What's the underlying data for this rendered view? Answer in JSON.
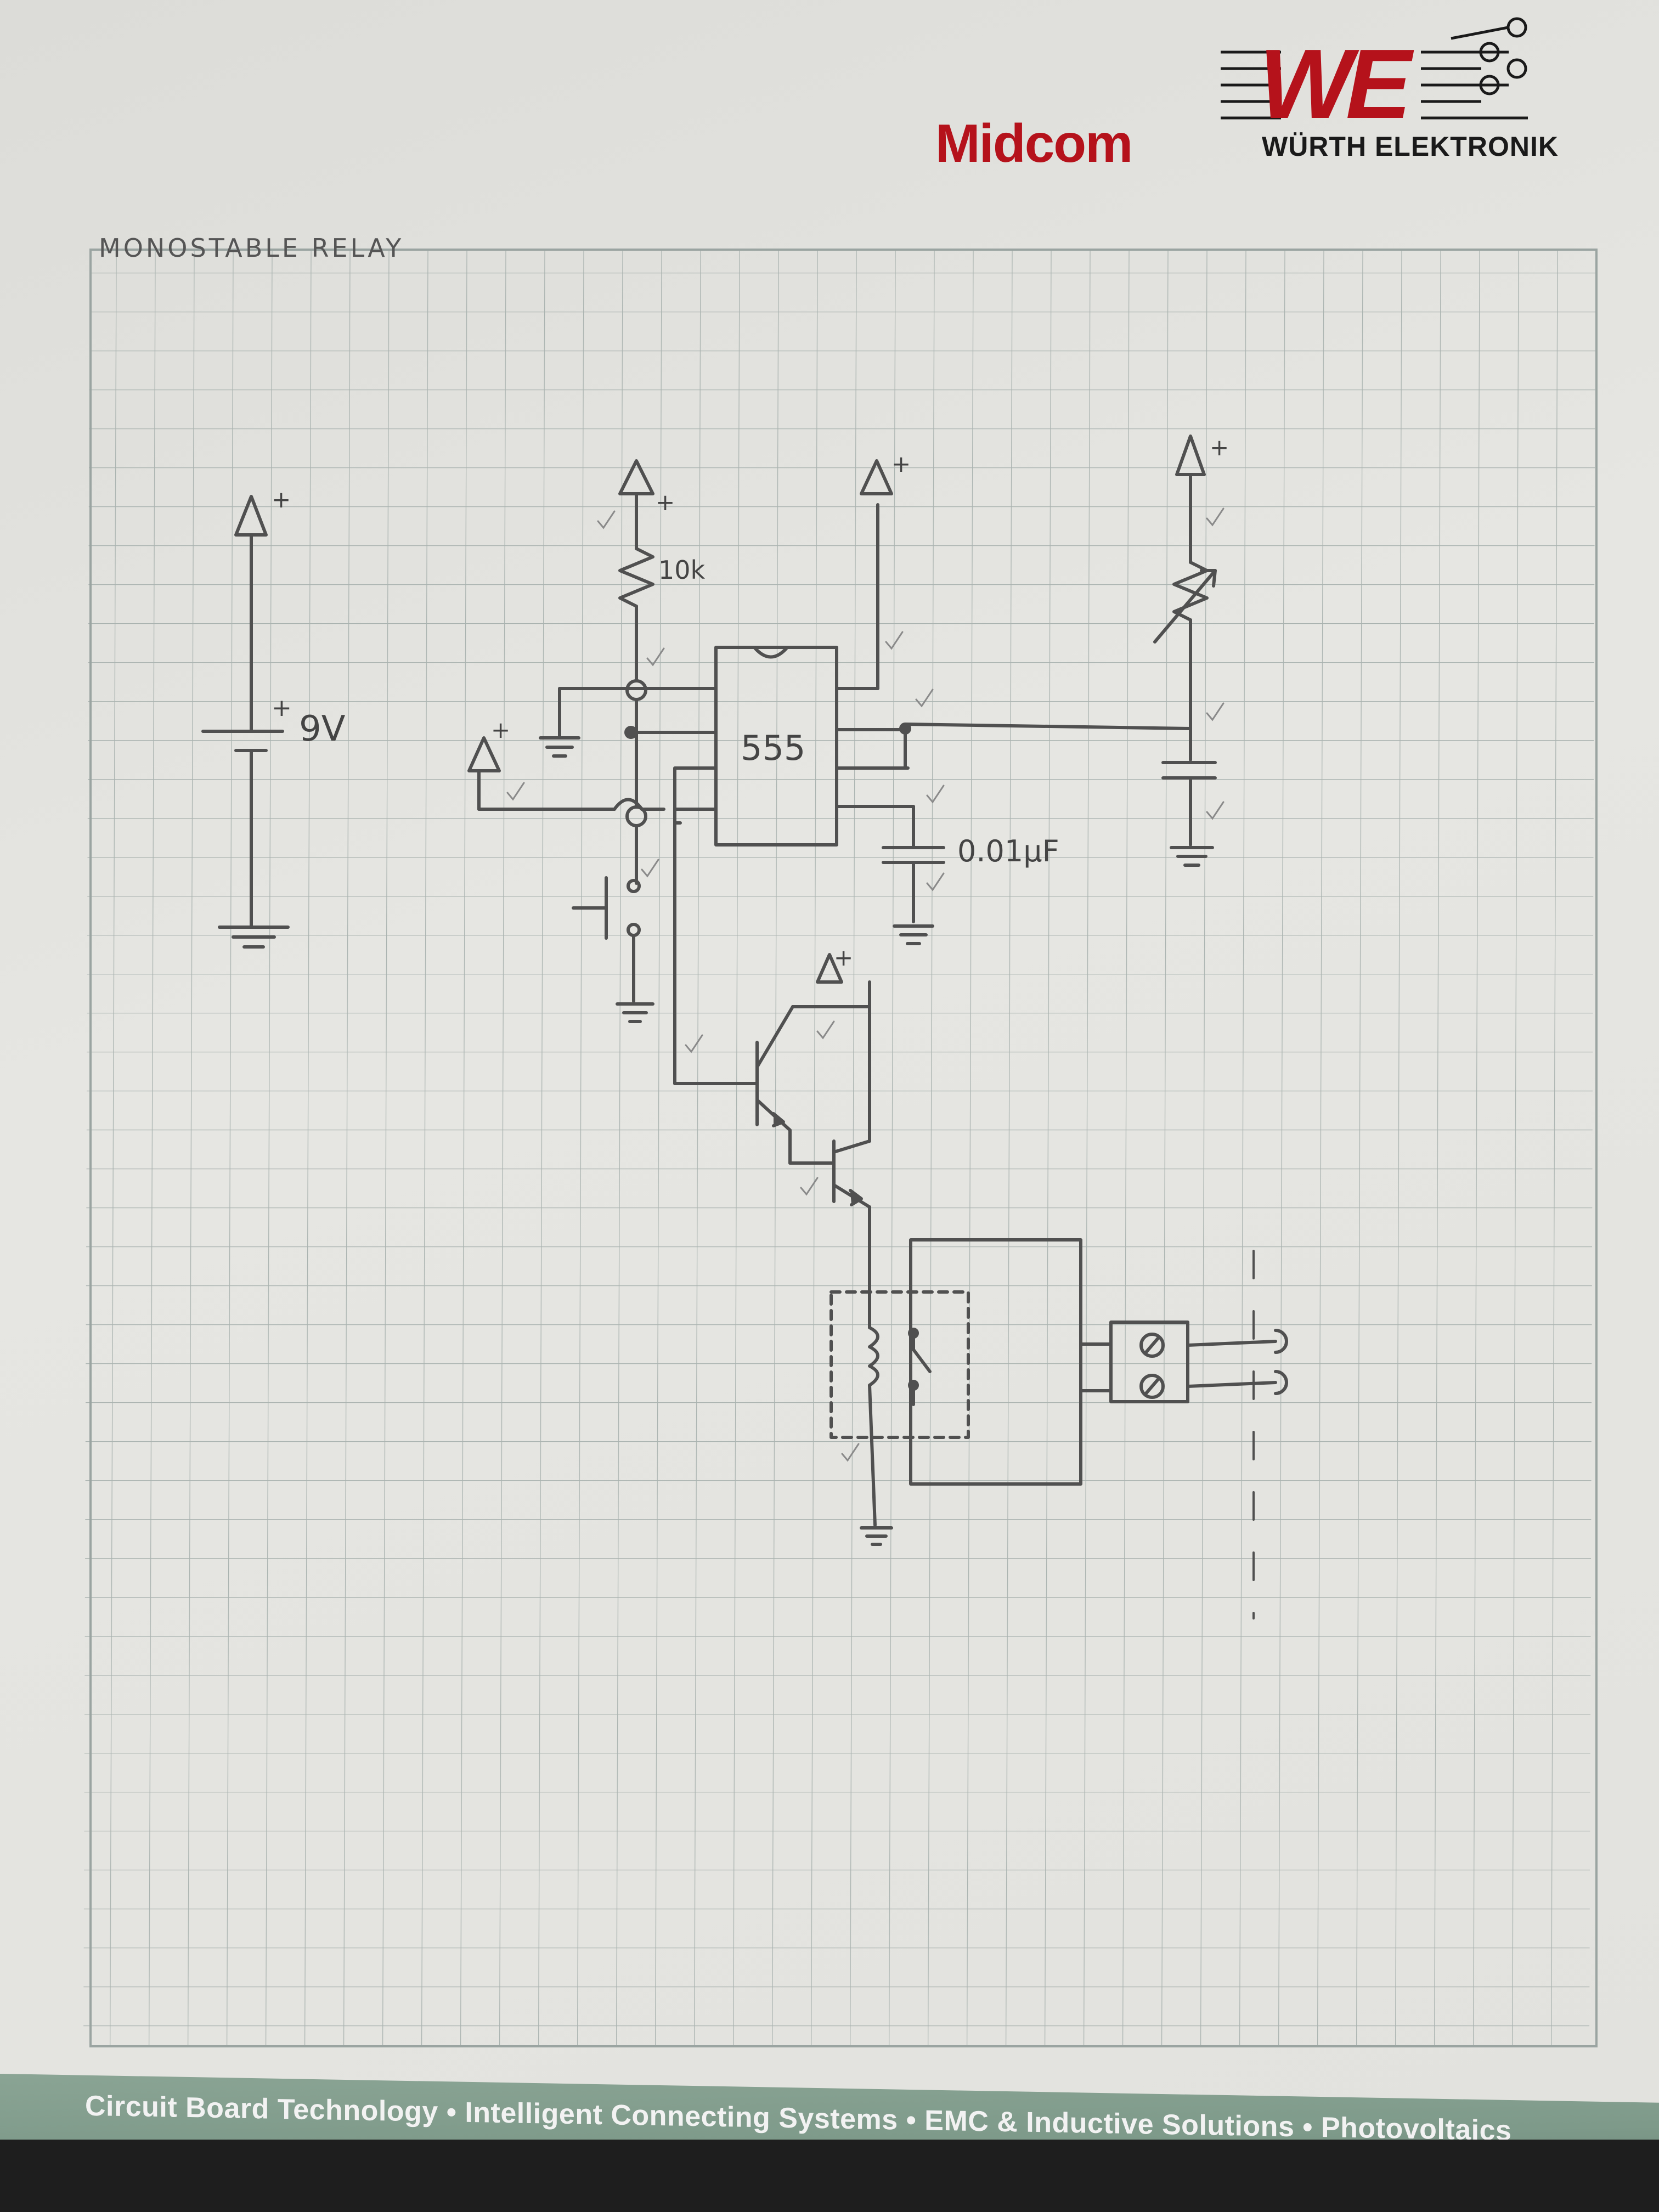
{
  "branding": {
    "midcom": "Midcom",
    "we_mark": "WE",
    "wurth": "WÜRTH ELEKTRONIK",
    "colors": {
      "red": "#b5121b",
      "footer": "#7e9a8a"
    }
  },
  "title": "MONOSTABLE RELAY",
  "schematic": {
    "battery_label": "9V",
    "battery_plus": "+",
    "resistor_label": "10k",
    "ic_label": "555",
    "capacitor_label": "0.01μF",
    "supply_plus": "+"
  },
  "footer": "Circuit Board Technology • Intelligent Connecting Systems • EMC & Inductive Solutions • Photovoltaics"
}
